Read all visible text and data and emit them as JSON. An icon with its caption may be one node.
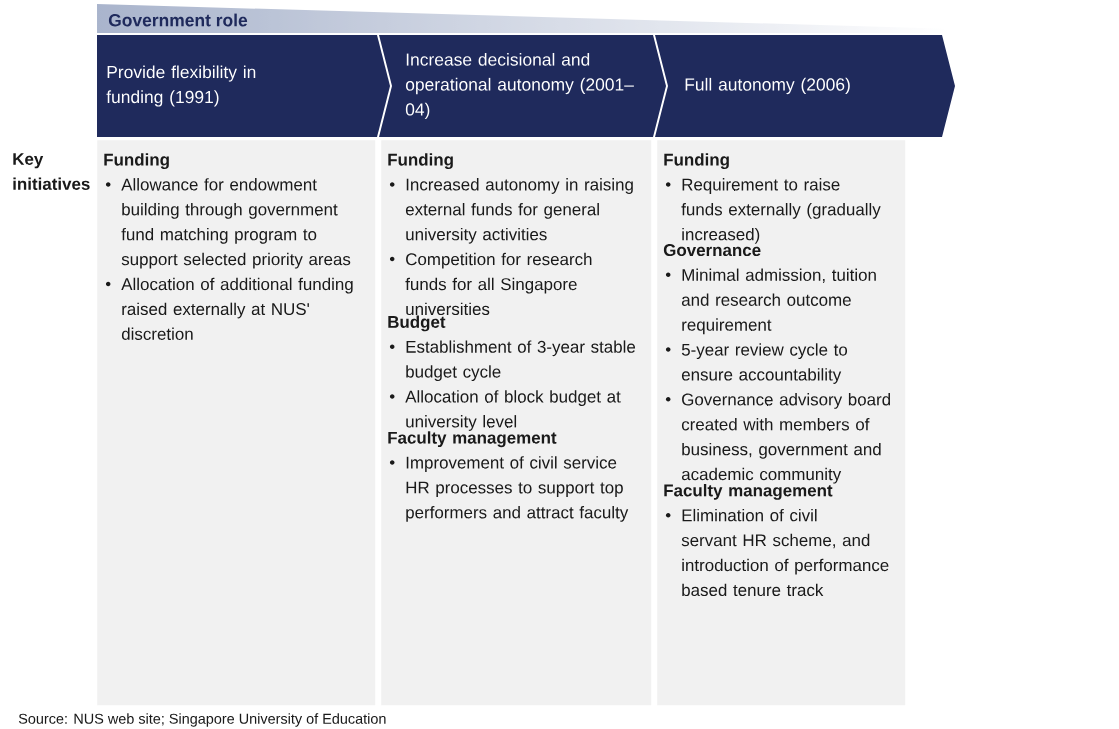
{
  "diagram": {
    "caption": "Source: NUS web site; Singapore University of Education",
    "nodes": [
      {
        "text": [
          "Government role"
        ]
      },
      {
        "text": [
          "Provide flexibility in funding (1991)"
        ]
      },
      {
        "text": [
          "Increase decisional and operational autonomy (2001–04)"
        ]
      },
      {
        "text": [
          "Full autonomy (2006)"
        ]
      },
      {
        "text": [],
        "shape": "box"
      },
      {
        "text": [
          "Funding",
          "Allowance for endowment building through government fund matching program to support selected priority areas",
          "Allocation of additional funding raised externally at NUS' discretion"
        ],
        "in": 4
      },
      {
        "text": [],
        "shape": "box"
      },
      {
        "text": [
          "Funding",
          "Increased autonomy in raising external funds for general university activities",
          "Competition for research funds for all Singapore universities"
        ],
        "in": 6
      },
      {
        "text": [
          "Budget",
          "Establishment of 3-year stable budget cycle",
          "Allocation of block budget at university level"
        ],
        "in": 6
      },
      {
        "text": [
          "Faculty management",
          "Improvement of civil service HR processes to support top performers and attract faculty"
        ],
        "in": 6
      },
      {
        "text": [],
        "shape": "box"
      },
      {
        "text": [
          "Funding",
          "Requirement to raise funds externally (gradually increased)"
        ],
        "in": 10
      },
      {
        "text": [
          "Governance",
          "Minimal admission, tuition and research outcome requirement",
          "5-year review cycle to ensure accountability",
          "Governance advisory board created with members of business, government and academic community"
        ],
        "in": 10
      },
      {
        "text": [
          "Faculty management",
          "Elimination of civil servant HR scheme, and introduction of performance based tenure track"
        ],
        "in": 10
      }
    ],
    "labels": [
      "Key initiatives"
    ]
  }
}
